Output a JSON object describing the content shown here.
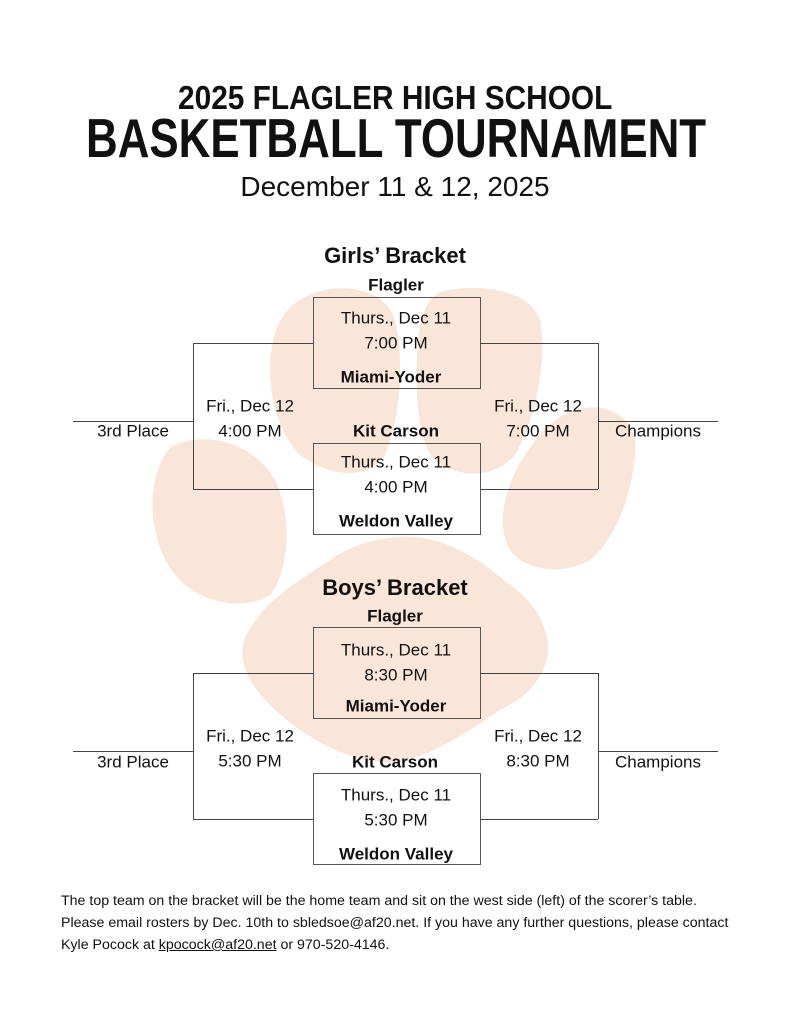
{
  "header": {
    "line1": "2025 FLAGLER HIGH SCHOOL",
    "line2": "BASKETBALL TOURNAMENT",
    "dates": "December 11 & 12, 2025"
  },
  "colors": {
    "paw": "#fae6d8",
    "text": "#111111",
    "lines": "#444444"
  },
  "brackets": [
    {
      "title": "Girls’ Bracket",
      "game1": {
        "top_team": "Flagler",
        "day": "Thurs., Dec 11",
        "time": "7:00 PM",
        "bottom_team": "Miami-Yoder"
      },
      "game2": {
        "top_team": "Kit Carson",
        "day": "Thurs., Dec 11",
        "time": "4:00 PM",
        "bottom_team": "Weldon Valley"
      },
      "third": {
        "day": "Fri., Dec 12",
        "time": "4:00 PM",
        "label": "3rd Place"
      },
      "final": {
        "day": "Fri., Dec 12",
        "time": "7:00 PM",
        "label": "Champions"
      }
    },
    {
      "title": "Boys’ Bracket",
      "game1": {
        "top_team": "Flagler",
        "day": "Thurs., Dec 11",
        "time": "8:30 PM",
        "bottom_team": "Miami-Yoder"
      },
      "game2": {
        "top_team": "Kit Carson",
        "day": "Thurs., Dec 11",
        "time": "5:30 PM",
        "bottom_team": "Weldon Valley"
      },
      "third": {
        "day": "Fri., Dec 12",
        "time": "5:30 PM",
        "label": "3rd Place"
      },
      "final": {
        "day": "Fri., Dec 12",
        "time": "8:30 PM",
        "label": "Champions"
      }
    }
  ],
  "footer": {
    "text1": "The top team on the bracket will be the home team and sit on the west side (left) of the scorer’s table. Please email rosters by Dec. 10th to sbledsoe@af20.net. If you have any further questions, please contact Kyle Pocock at ",
    "email_link": "kpocock@af20.net",
    "text2": " or 970-520-4146."
  }
}
